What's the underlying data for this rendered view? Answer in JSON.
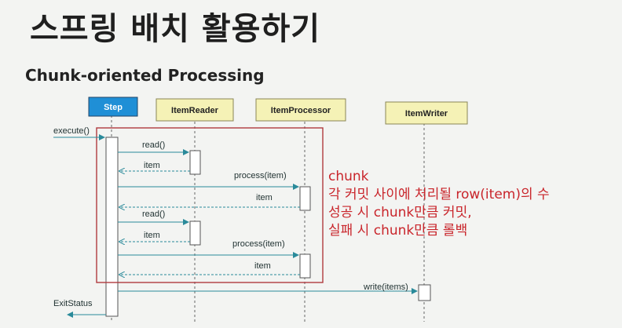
{
  "title": "스프링 배치 활용하기",
  "subtitle": "Chunk-oriented Processing",
  "participants": {
    "step": "Step",
    "reader": "ItemReader",
    "processor": "ItemProcessor",
    "writer": "ItemWriter"
  },
  "messages": {
    "execute": "execute()",
    "read1": "read()",
    "item1": "item",
    "process1": "process(item)",
    "item2": "item",
    "read2": "read()",
    "item3": "item",
    "process2": "process(item)",
    "item4": "item",
    "write": "write(items)",
    "exit": "ExitStatus"
  },
  "note": {
    "line1": "chunk",
    "line2": "각 커밋 사이에 처리될 row(item)의 수",
    "line3": "성공 시 chunk만큼 커밋,",
    "line4": "실패 시 chunk만큼 롤백"
  },
  "colors": {
    "step_box": "#1f8fd6",
    "participant_box": "#f5f2b6",
    "chunk_frame": "#b03a3f",
    "note_text": "#c9252b",
    "arrow": "#2a8a9a"
  }
}
